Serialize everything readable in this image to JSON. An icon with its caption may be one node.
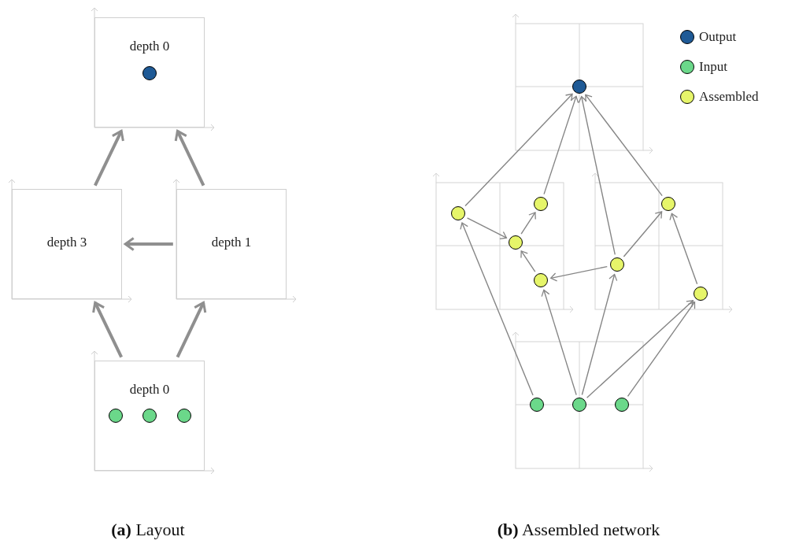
{
  "diagram": {
    "nodes": [
      {
        "text": [
          "depth 0"
        ]
      },
      {
        "text": [],
        "shape": "circle",
        "in": 0
      },
      {
        "text": [
          "depth 3"
        ]
      },
      {
        "text": [
          "depth 1"
        ]
      },
      {
        "text": [
          "depth 0"
        ]
      },
      {
        "text": [],
        "shape": "circle",
        "in": 4
      },
      {
        "text": [],
        "shape": "circle",
        "in": 4
      },
      {
        "text": [],
        "shape": "circle",
        "in": 4
      },
      {
        "text": [],
        "shape": "circle"
      },
      {
        "text": [],
        "shape": "circle"
      },
      {
        "text": [],
        "shape": "circle"
      },
      {
        "text": [],
        "shape": "circle"
      },
      {
        "text": [],
        "shape": "circle"
      },
      {
        "text": [],
        "shape": "circle"
      },
      {
        "text": [],
        "shape": "circle"
      },
      {
        "text": [],
        "shape": "circle"
      },
      {
        "text": [],
        "shape": "circle"
      },
      {
        "text": [],
        "shape": "circle"
      },
      {
        "text": [],
        "shape": "circle"
      }
    ],
    "edges": [
      {
        "from": 4,
        "to": 2,
        "arrow": "to",
        "style": "thick"
      },
      {
        "from": 4,
        "to": 3,
        "arrow": "to",
        "style": "thick"
      },
      {
        "from": 3,
        "to": 2,
        "arrow": "to",
        "style": "thick"
      },
      {
        "from": 2,
        "to": 0,
        "arrow": "to",
        "style": "thick"
      },
      {
        "from": 3,
        "to": 0,
        "arrow": "to",
        "style": "thick"
      },
      {
        "from": 9,
        "to": 8,
        "arrow": "to"
      },
      {
        "from": 10,
        "to": 8,
        "arrow": "to"
      },
      {
        "from": 13,
        "to": 8,
        "arrow": "to"
      },
      {
        "from": 14,
        "to": 8,
        "arrow": "to"
      },
      {
        "from": 9,
        "to": 11,
        "arrow": "to"
      },
      {
        "from": 11,
        "to": 10,
        "arrow": "to"
      },
      {
        "from": 12,
        "to": 11,
        "arrow": "to"
      },
      {
        "from": 13,
        "to": 12,
        "arrow": "to"
      },
      {
        "from": 13,
        "to": 14,
        "arrow": "to"
      },
      {
        "from": 15,
        "to": 14,
        "arrow": "to"
      },
      {
        "from": 16,
        "to": 9,
        "arrow": "to"
      },
      {
        "from": 17,
        "to": 12,
        "arrow": "to"
      },
      {
        "from": 17,
        "to": 13,
        "arrow": "to"
      },
      {
        "from": 17,
        "to": 15,
        "arrow": "to"
      },
      {
        "from": 18,
        "to": 15,
        "arrow": "to"
      }
    ],
    "labels": [
      "**(a)** Layout",
      "**(b)** Assembled network"
    ],
    "legend": [
      {
        "text": "Output",
        "color": "#1f5a96"
      },
      {
        "text": "Input",
        "color": "#6bd88a"
      },
      {
        "text": "Assembled",
        "color": "#e6f56a"
      }
    ]
  }
}
